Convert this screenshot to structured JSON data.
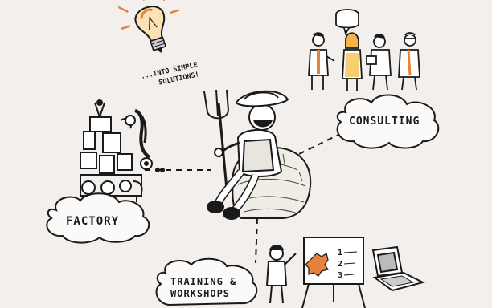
{
  "tagline": {
    "line1": "...INTO SIMPLE",
    "line2": "SOLUTIONS!"
  },
  "hub": {
    "icon": "farmer-with-pitchfork-on-haystack"
  },
  "branches": {
    "consulting": {
      "label": "CONSULTING",
      "icon": "business-people-group"
    },
    "factory": {
      "label": "FACTORY",
      "icon": "complex-machine"
    },
    "training": {
      "line1": "TRAINING &",
      "line2": "WORKSHOPS",
      "icon": "presenter-at-flipchart"
    }
  },
  "flipchart": {
    "items": [
      "1",
      "2",
      "3"
    ]
  },
  "colors": {
    "background": "#f3efec",
    "accent": "#e8823a",
    "cloud": "#fbfaf9",
    "ink": "#1a1a1a"
  }
}
